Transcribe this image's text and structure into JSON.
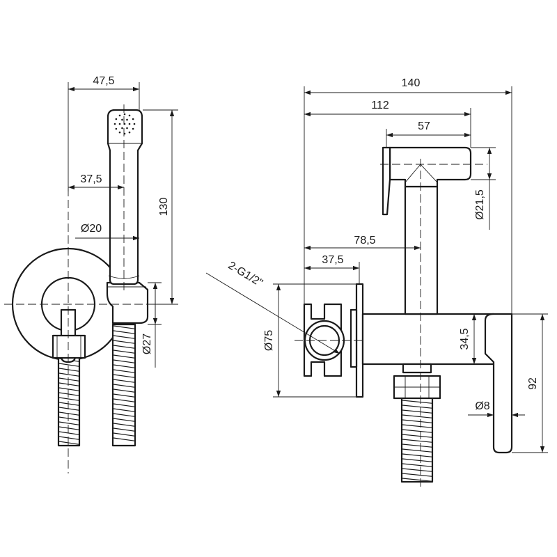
{
  "dimensions": {
    "left_width_top": "47,5",
    "left_offset": "37,5",
    "left_diameter_head": "Ø20",
    "left_height": "130",
    "left_diameter_hose": "Ø27",
    "right_total_width": "140",
    "right_width_2": "112",
    "right_width_3": "57",
    "right_diameter_head": "Ø21,5",
    "right_offset_1": "78,5",
    "right_offset_2": "37,5",
    "thread_label": "2-G1/2\"",
    "flange_diameter": "Ø75",
    "body_height": "34,5",
    "handle_diameter": "Ø8",
    "total_height": "92"
  }
}
